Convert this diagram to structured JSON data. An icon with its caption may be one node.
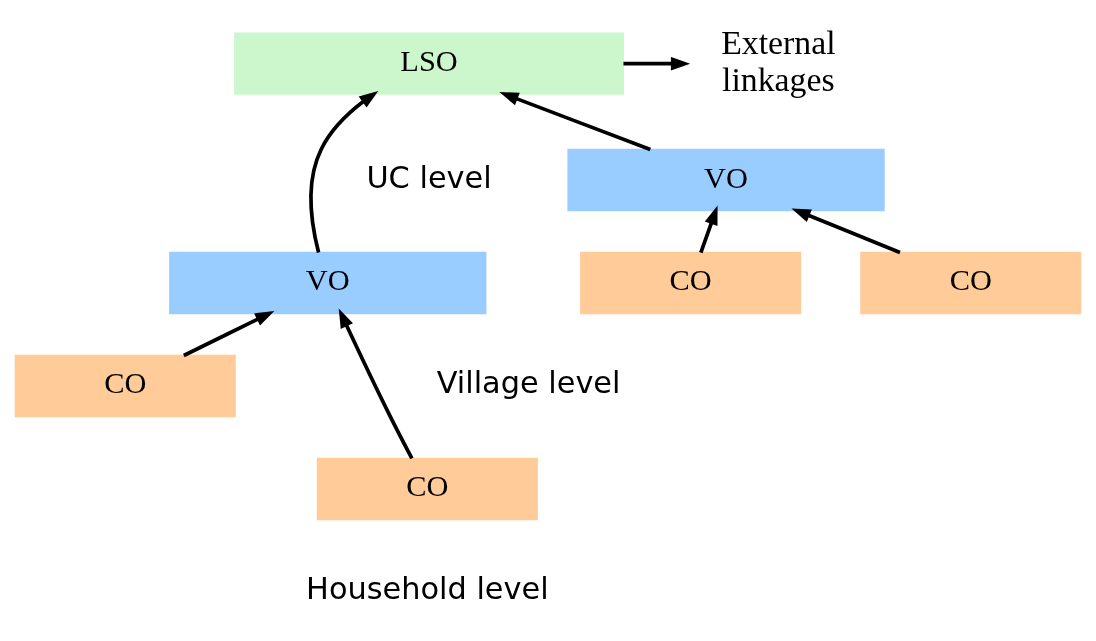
{
  "diagram": {
    "nodes": [
      {
        "text": [
          "LSO"
        ]
      },
      {
        "text": [
          "External linkages"
        ]
      },
      {
        "text": [
          "VO"
        ]
      },
      {
        "text": [
          "VO"
        ]
      },
      {
        "text": [
          "CO"
        ]
      },
      {
        "text": [
          "CO"
        ]
      },
      {
        "text": [
          "CO"
        ]
      },
      {
        "text": [
          "CO"
        ]
      }
    ],
    "edges": [
      {
        "from": 0,
        "to": 1,
        "arrow": "to"
      },
      {
        "from": 2,
        "to": 0,
        "arrow": "to"
      },
      {
        "from": 3,
        "to": 0,
        "arrow": "to"
      },
      {
        "from": 4,
        "to": 2,
        "arrow": "to"
      },
      {
        "from": 5,
        "to": 2,
        "arrow": "to"
      },
      {
        "from": 6,
        "to": 3,
        "arrow": "to"
      },
      {
        "from": 7,
        "to": 3,
        "arrow": "to"
      }
    ],
    "labels": [
      "UC level",
      "Village level",
      "Household level"
    ]
  }
}
